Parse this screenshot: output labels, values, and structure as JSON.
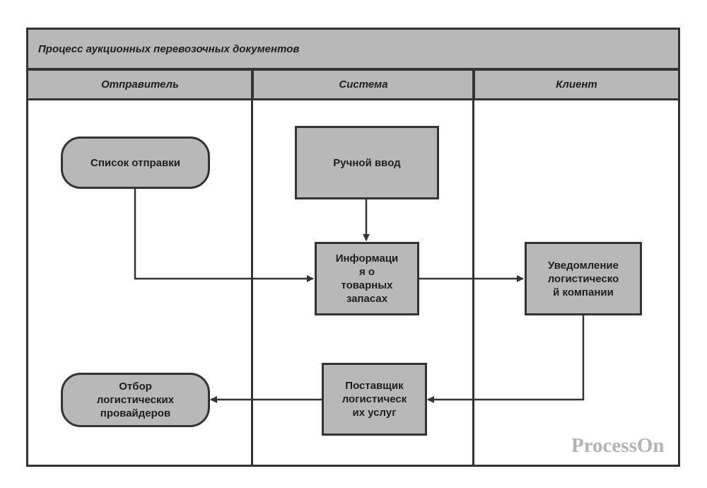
{
  "diagram": {
    "title": "Процесс аукционных перевозочных документов",
    "lanes": [
      {
        "id": "sender",
        "label": "Отправитель"
      },
      {
        "id": "system",
        "label": "Система"
      },
      {
        "id": "client",
        "label": "Клиент"
      }
    ],
    "nodes": {
      "shipping_list": {
        "label": "Список отправки",
        "shape": "rounded",
        "lane": "sender"
      },
      "manual_input": {
        "label": "Ручной ввод",
        "shape": "rect",
        "lane": "system"
      },
      "inventory_info": {
        "label": "Информаци\nя о\nтоварных\nзапасах",
        "shape": "rect",
        "lane": "system"
      },
      "logistics_notice": {
        "label": "Уведомление\nлогистическо\nй компании",
        "shape": "rect",
        "lane": "client"
      },
      "logistics_provider": {
        "label": "Поставщик\nлогистическ\nих услуг",
        "shape": "rect",
        "lane": "system"
      },
      "provider_selection": {
        "label": "Отбор\nлогистических\nпровайдеров",
        "shape": "rounded",
        "lane": "sender"
      }
    },
    "edges": [
      {
        "from": "shipping_list",
        "to": "inventory_info"
      },
      {
        "from": "manual_input",
        "to": "inventory_info"
      },
      {
        "from": "inventory_info",
        "to": "logistics_notice"
      },
      {
        "from": "logistics_notice",
        "to": "logistics_provider"
      },
      {
        "from": "logistics_provider",
        "to": "provider_selection"
      }
    ],
    "colors": {
      "fill": "#b8b8b8",
      "stroke": "#333333",
      "text": "#1e1e1e"
    }
  },
  "watermark": "ProcessOn"
}
